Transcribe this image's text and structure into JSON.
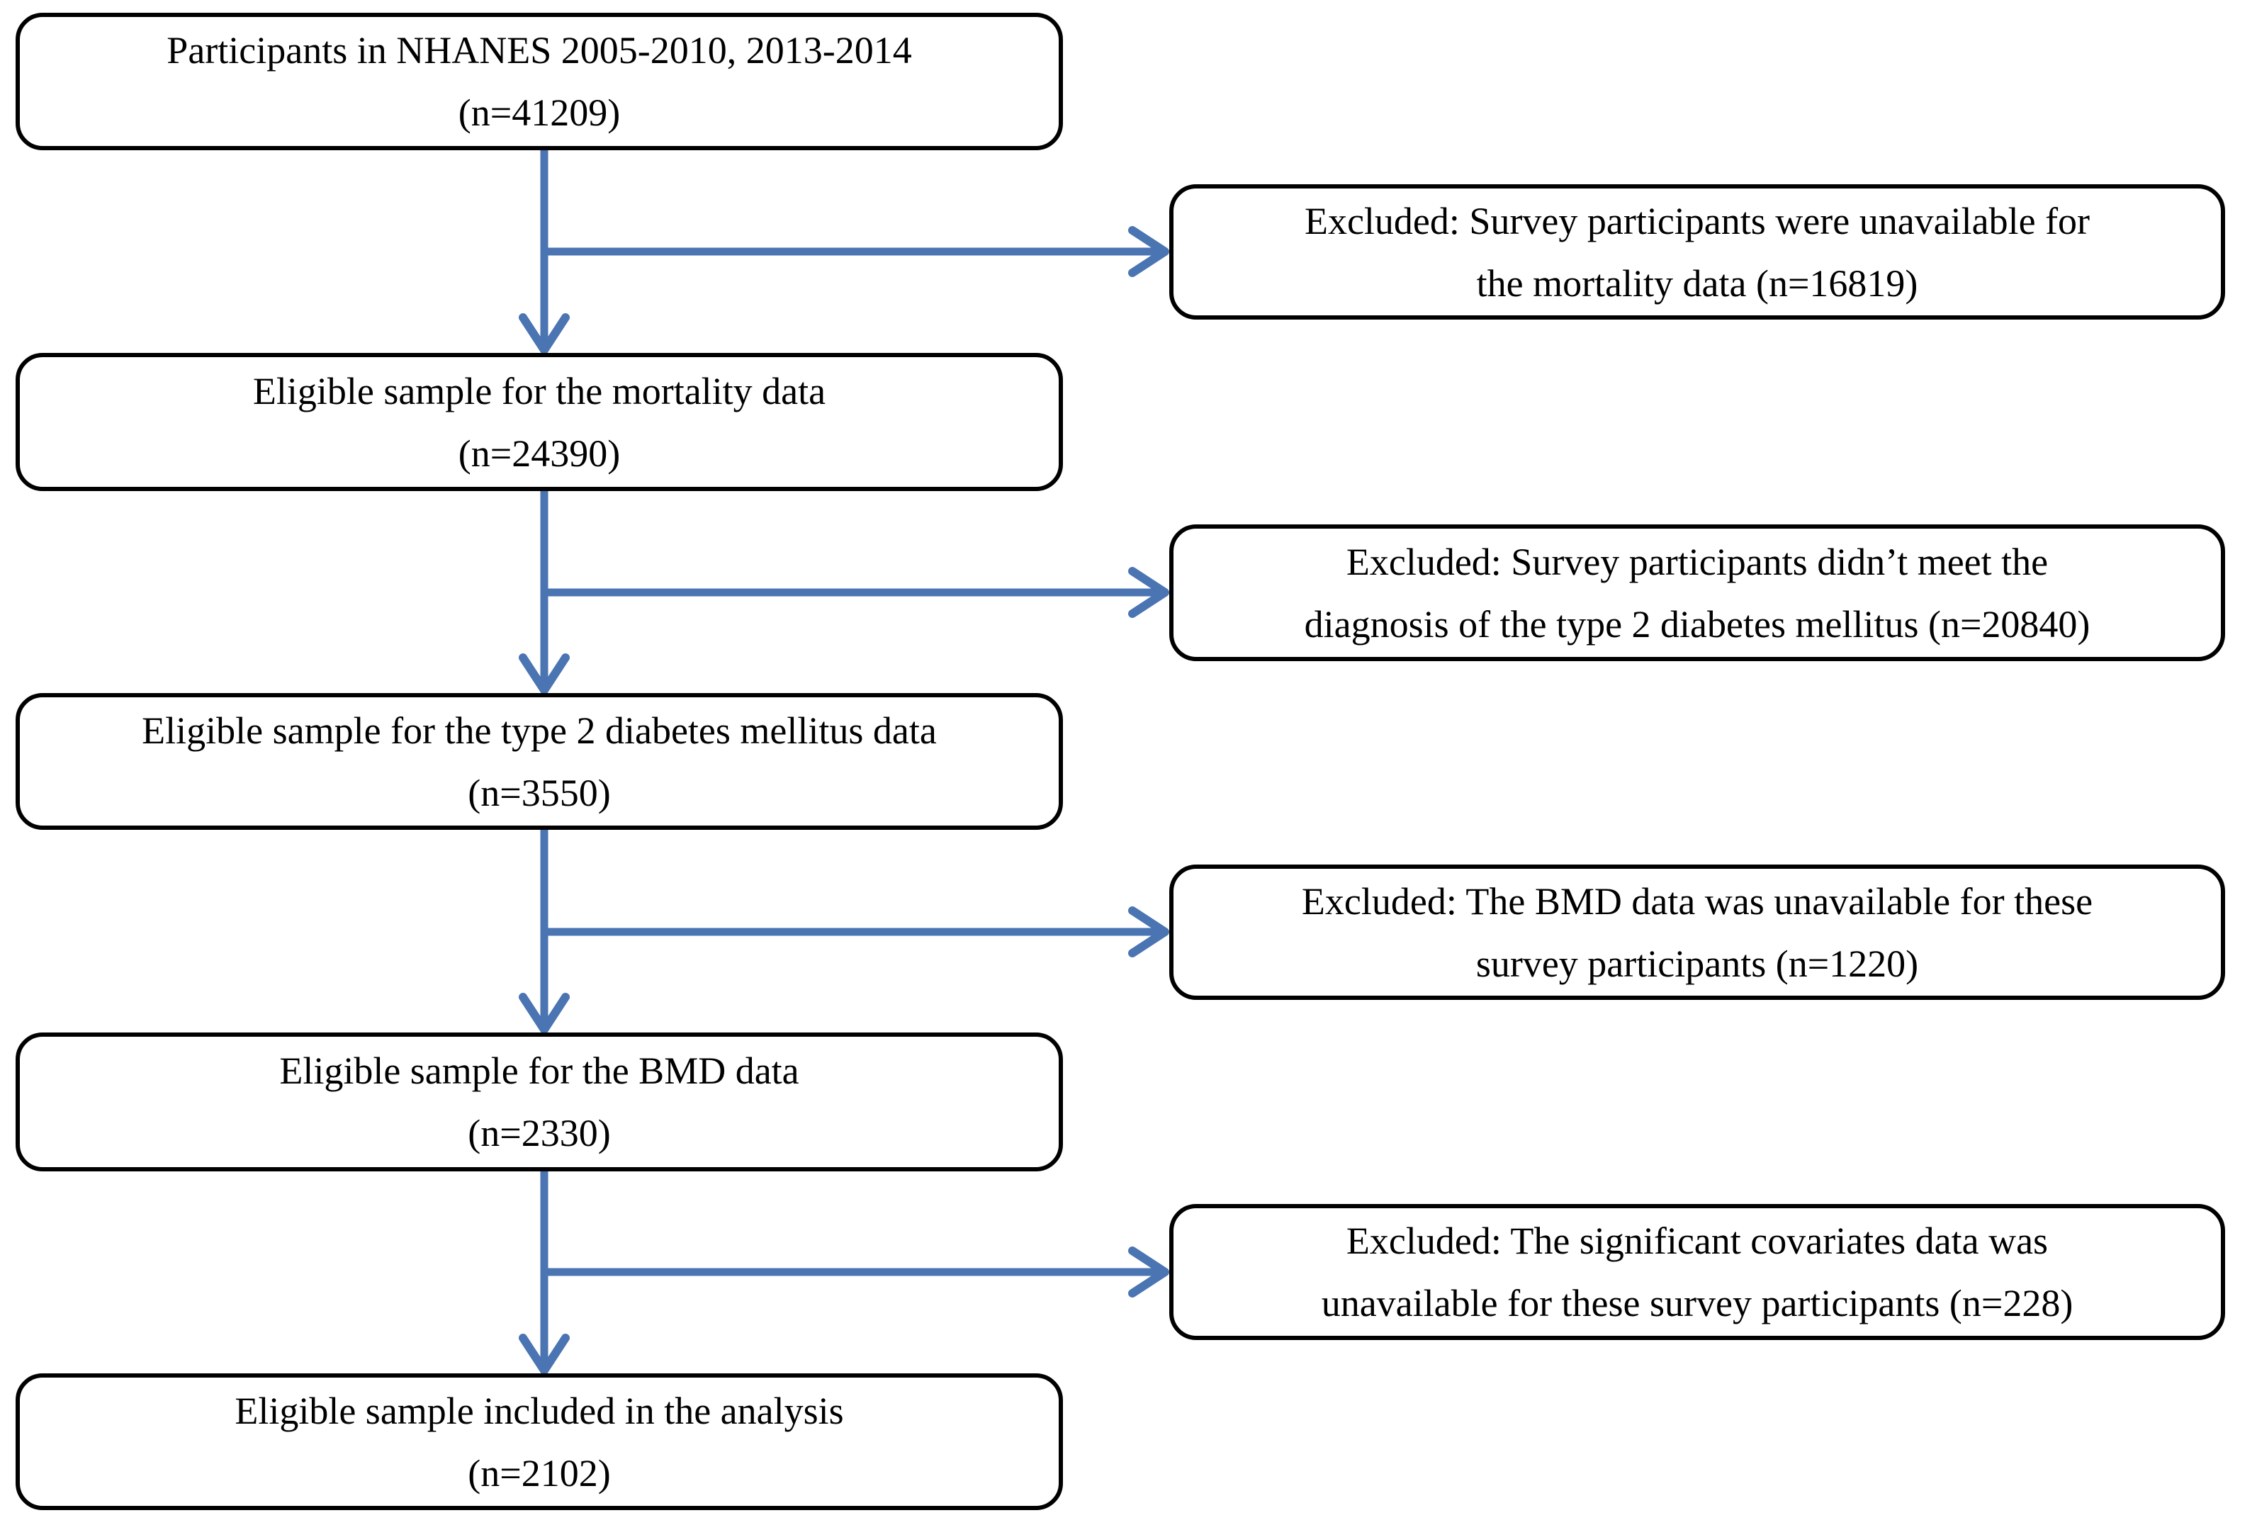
{
  "figure": {
    "type": "participant-flow-diagram",
    "background_color": "#ffffff",
    "box_border_color": "#000000",
    "arrow_color": "#4A74B2",
    "main_flow": [
      {
        "id": "participants-nhanes",
        "line1": "Participants in NHANES 2005-2010, 2013-2014",
        "line2": "(n=41209)",
        "n": 41209
      },
      {
        "id": "eligible-mortality",
        "line1": "Eligible sample for the mortality data",
        "line2": "(n=24390)",
        "n": 24390
      },
      {
        "id": "eligible-t2dm",
        "line1": "Eligible sample for the type 2 diabetes mellitus data",
        "line2": "(n=3550)",
        "n": 3550
      },
      {
        "id": "eligible-bmd",
        "line1": "Eligible sample for the BMD data",
        "line2": "(n=2330)",
        "n": 2330
      },
      {
        "id": "included-analysis",
        "line1": "Eligible sample included in the analysis",
        "line2": "(n=2102)",
        "n": 2102
      }
    ],
    "exclusions": [
      {
        "id": "mortality-unavailable",
        "line1": "Excluded: Survey participants were unavailable for",
        "line2": "the mortality data (n=16819)",
        "n": 16819
      },
      {
        "id": "no-t2dm-diagnosis",
        "line1": "Excluded: Survey participants didn’t meet the",
        "line2": "diagnosis of the type 2 diabetes mellitus (n=20840)",
        "n": 20840
      },
      {
        "id": "bmd-unavailable",
        "line1": "Excluded: The BMD data was unavailable for these",
        "line2": "survey participants (n=1220)",
        "n": 1220
      },
      {
        "id": "covariates-unavailable",
        "line1": "Excluded: The significant covariates data was",
        "line2": "unavailable for these survey participants (n=228)",
        "n": 228
      }
    ]
  }
}
